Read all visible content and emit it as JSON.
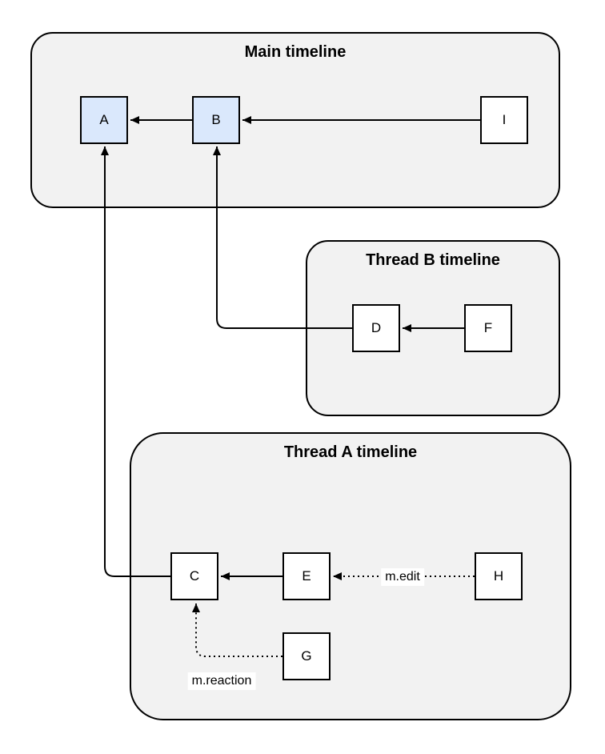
{
  "diagram": {
    "containers": [
      {
        "id": "main-timeline",
        "title": "Main timeline"
      },
      {
        "id": "thread-b-timeline",
        "title": "Thread B timeline"
      },
      {
        "id": "thread-a-timeline",
        "title": "Thread A timeline"
      }
    ],
    "nodes": [
      {
        "id": "A",
        "label": "A",
        "container": "main-timeline",
        "highlighted": true
      },
      {
        "id": "B",
        "label": "B",
        "container": "main-timeline",
        "highlighted": true
      },
      {
        "id": "I",
        "label": "I",
        "container": "main-timeline",
        "highlighted": false
      },
      {
        "id": "D",
        "label": "D",
        "container": "thread-b-timeline",
        "highlighted": false
      },
      {
        "id": "F",
        "label": "F",
        "container": "thread-b-timeline",
        "highlighted": false
      },
      {
        "id": "C",
        "label": "C",
        "container": "thread-a-timeline",
        "highlighted": false
      },
      {
        "id": "E",
        "label": "E",
        "container": "thread-a-timeline",
        "highlighted": false
      },
      {
        "id": "H",
        "label": "H",
        "container": "thread-a-timeline",
        "highlighted": false
      },
      {
        "id": "G",
        "label": "G",
        "container": "thread-a-timeline",
        "highlighted": false
      }
    ],
    "edges": [
      {
        "from": "B",
        "to": "A",
        "style": "solid",
        "label": ""
      },
      {
        "from": "I",
        "to": "B",
        "style": "solid",
        "label": ""
      },
      {
        "from": "F",
        "to": "D",
        "style": "solid",
        "label": ""
      },
      {
        "from": "D",
        "to": "B",
        "style": "solid",
        "label": ""
      },
      {
        "from": "E",
        "to": "C",
        "style": "solid",
        "label": ""
      },
      {
        "from": "C",
        "to": "A",
        "style": "solid",
        "label": ""
      },
      {
        "from": "H",
        "to": "E",
        "style": "dotted",
        "label": "m.edit"
      },
      {
        "from": "G",
        "to": "C",
        "style": "dotted",
        "label": "m.reaction"
      }
    ],
    "colors": {
      "container_fill": "#f2f2f2",
      "container_border": "#000000",
      "node_fill": "#ffffff",
      "node_highlight_fill": "#dae8fc",
      "node_border": "#000000",
      "edge_stroke": "#000000",
      "canvas_background": "#ffffff"
    }
  }
}
